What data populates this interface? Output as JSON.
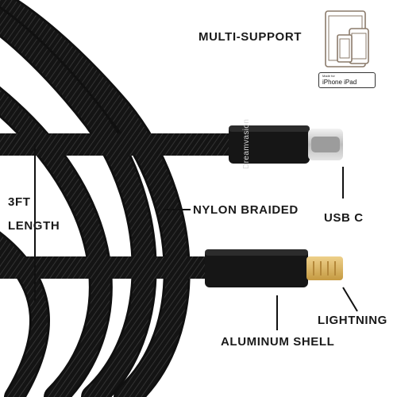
{
  "labels": {
    "multi_support": "MULTI-SUPPORT",
    "length_value": "3FT",
    "length_word": "LENGTH",
    "nylon_braided": "NYLON BRAIDED",
    "usb_c": "USB C",
    "lightning": "LIGHTNING",
    "aluminum_shell": "ALUMINUM SHELL"
  },
  "brand": "Dreamvasion",
  "badge": {
    "made_for": "Made for",
    "devices": "iPhone  iPad"
  },
  "colors": {
    "cable": "#151515",
    "connector_metal": "#cfcfcf",
    "lightning_gold": "#d8b35a",
    "device_outline": "#8a7a6a",
    "text": "#1a1a1a"
  }
}
